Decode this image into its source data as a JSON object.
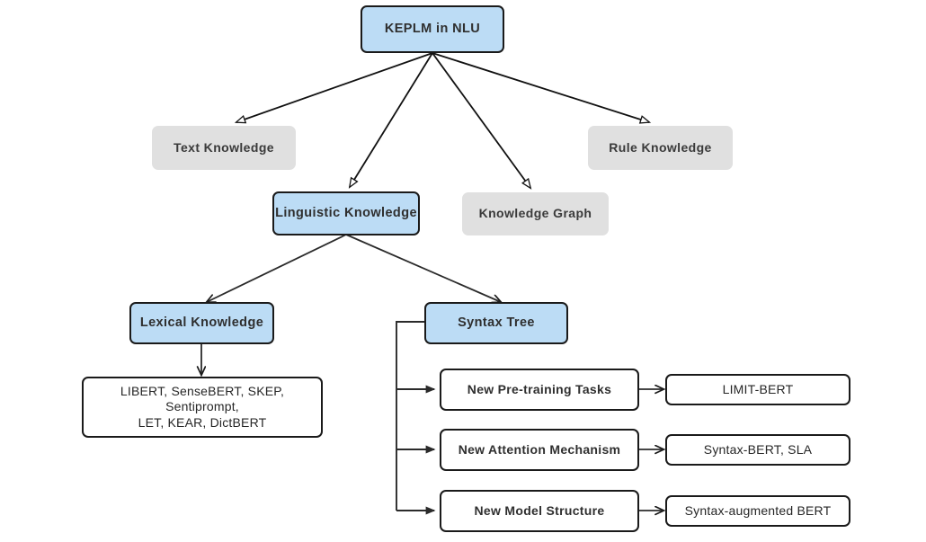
{
  "diagram": {
    "title": "KEPLM in NLU",
    "root": {
      "label": "KEPLM in NLU",
      "style": "blue"
    },
    "level2": [
      {
        "label": "Text Knowledge",
        "style": "gray"
      },
      {
        "label": "Linguistic Knowledge",
        "style": "blue"
      },
      {
        "label": "Knowledge Graph",
        "style": "gray"
      },
      {
        "label": "Rule Knowledge",
        "style": "gray"
      }
    ],
    "level3": [
      {
        "label": "Lexical Knowledge",
        "style": "blue"
      },
      {
        "label": "Syntax Tree",
        "style": "blue"
      }
    ],
    "lexical_methods": {
      "line1": "LIBERT, SenseBERT, SKEP, Sentiprompt,",
      "line2": "LET, KEAR, DictBERT"
    },
    "syntax_branches": [
      {
        "method": "New Pre-training Tasks",
        "models": "LIMIT-BERT"
      },
      {
        "method": "New Attention Mechanism",
        "models": "Syntax-BERT, SLA"
      },
      {
        "method": "New Model Structure",
        "models": "Syntax-augmented BERT"
      }
    ],
    "colors": {
      "blue_fill": "#bcdcf5",
      "gray_fill": "#e0e0e0",
      "white_fill": "#ffffff",
      "stroke": "#1a1a1a",
      "text": "#2f2f2f"
    }
  }
}
